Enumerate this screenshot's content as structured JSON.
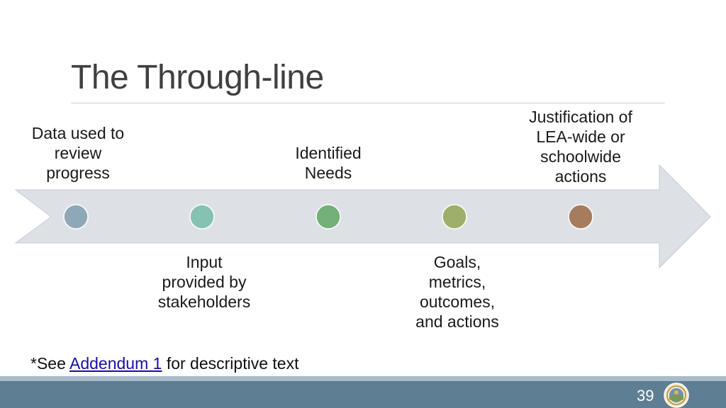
{
  "slide": {
    "title": "The Through-line"
  },
  "diagram": {
    "labels": {
      "data": "Data used to\nreview\nprogress",
      "input": "Input\nprovided by\nstakeholders",
      "needs": "Identified\nNeeds",
      "goals": "Goals,\nmetrics,\noutcomes,\nand actions",
      "justification": "Justification of\nLEA-wide or\nschoolwide\nactions"
    },
    "colors": {
      "arrow_fill": "#dde1e6",
      "arrow_stroke": "#c6ccd2",
      "dot_1": "#8fa8b8",
      "dot_2": "#86c2b2",
      "dot_3": "#73b07a",
      "dot_4": "#9cb06a",
      "dot_5": "#a57d5e"
    }
  },
  "footnote": {
    "prefix": "*See ",
    "link": "Addendum 1",
    "suffix": " for descriptive text"
  },
  "footer": {
    "page_number": "39",
    "seal_icon": "state-seal-icon"
  }
}
